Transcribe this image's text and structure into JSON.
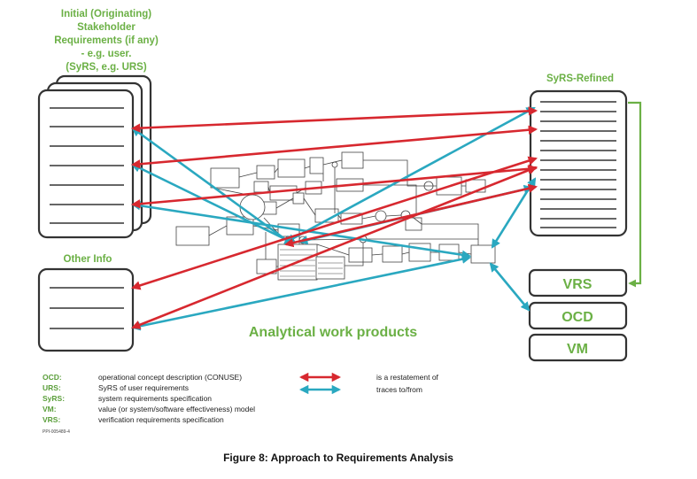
{
  "colors": {
    "green": "#6bb045",
    "red": "#d7282f",
    "cyan": "#2aa8c0",
    "dark": "#333333"
  },
  "title_initial": [
    "Initial (Originating)",
    "Stakeholder",
    "Requirements (if any)",
    "- e.g. user.",
    "(SyRS, e.g. URS)"
  ],
  "title_syrs_refined": "SyRS-Refined",
  "title_other_info": "Other Info",
  "box_vrs": "VRS",
  "box_ocd": "OCD",
  "box_vm": "VM",
  "center_label": "Analytical work products",
  "legend": {
    "items": [
      {
        "key": "OCD:",
        "desc": "operational concept description (CONUSE)"
      },
      {
        "key": "URS:",
        "desc": "SyRS of user requirements"
      },
      {
        "key": "SyRS:",
        "desc": "system requirements specification"
      },
      {
        "key": "VM:",
        "desc": "value (or system/software effectiveness) model"
      },
      {
        "key": "VRS:",
        "desc": "verification requirements specification"
      }
    ],
    "red_meaning": "is a restatement of",
    "cyan_meaning": "traces to/from",
    "ref": "PPI-005489-4"
  },
  "caption": "Figure 8: Approach to Requirements Analysis"
}
